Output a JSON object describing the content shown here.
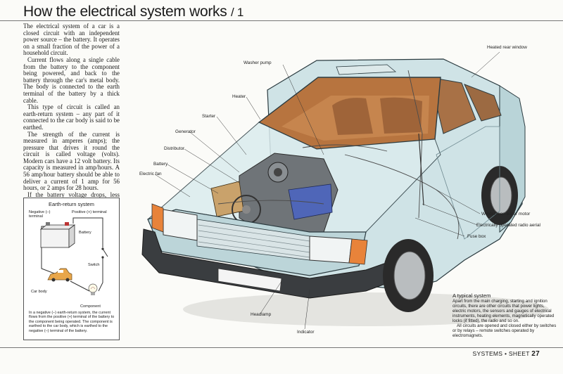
{
  "page": {
    "title": "How the electrical system works",
    "title_number": "/ 1",
    "intro_paragraphs": [
      "The electrical system of a car is a closed circuit with an independent power source – the battery. It operates on a small fraction of the power of a household circuit.",
      "Current flows along a single cable from the battery to the component being powered, and back to the battery through the car's metal body. The body is connected to the earth terminal of the battery by a thick cable.",
      "This type of circuit is called an earth-return system – any part of it connected to the car body is said to be earthed.",
      "The strength of the current is measured in amperes (amps); the pressure that drives it round the circuit is called voltage (volts). Modern cars have a 12 volt battery. Its capacity is measured in amp/hours. A 56 amp/hour battery should be able to deliver a current of 1 amp for 56 hours, or 2 amps for 28 hours.",
      "If the battery voltage drops, less current flows, and eventually there is not enough to make the components work."
    ]
  },
  "earth_return": {
    "title": "Earth-return system",
    "labels": {
      "negative": "Negative (–) terminal",
      "positive": "Positive (+) terminal",
      "battery": "Battery",
      "switch": "Switch",
      "car_body": "Car body",
      "component": "Component"
    },
    "caption": "In a negative (–) earth-return system, the current flows from the positive (+) terminal of the battery to the component being operated. The component is earthed to the car body, which is earthed to the negative (–) terminal of the battery."
  },
  "car_labels": {
    "heated_rear_window": "Heated rear window",
    "washer_pump": "Washer pump",
    "heater": "Heater",
    "starter": "Starter",
    "generator": "Generator",
    "distributor": "Distributor",
    "battery": "Battery",
    "electric_fan": "Electric fan",
    "wiper_motor": "Windscreen-wiper motor",
    "radio_aerial": "Electrically operated radio aerial",
    "fuse_box": "Fuse box",
    "headlamp": "Headlamp",
    "indicator": "Indicator"
  },
  "typical_system": {
    "title": "A typical system",
    "para1": "Apart from the main charging, starting and ignition circuits, there are other circuits that power lights, electric motors, the sensors and gauges of electrical instruments, heating elements, magnetically operated locks (if fitted), the radio and so on.",
    "para2": "All circuits are opened and closed either by switches or by relays – remote switches operated by electromagnets."
  },
  "footer": {
    "section": "SYSTEMS",
    "separator": "•",
    "sheet_label": "SHEET",
    "sheet_number": "27"
  },
  "colors": {
    "car_body": "#cfe3e6",
    "car_outline": "#2b3b40",
    "interior": "#b7743f",
    "bumper": "#3a3d40",
    "indicator": "#e8833a"
  }
}
